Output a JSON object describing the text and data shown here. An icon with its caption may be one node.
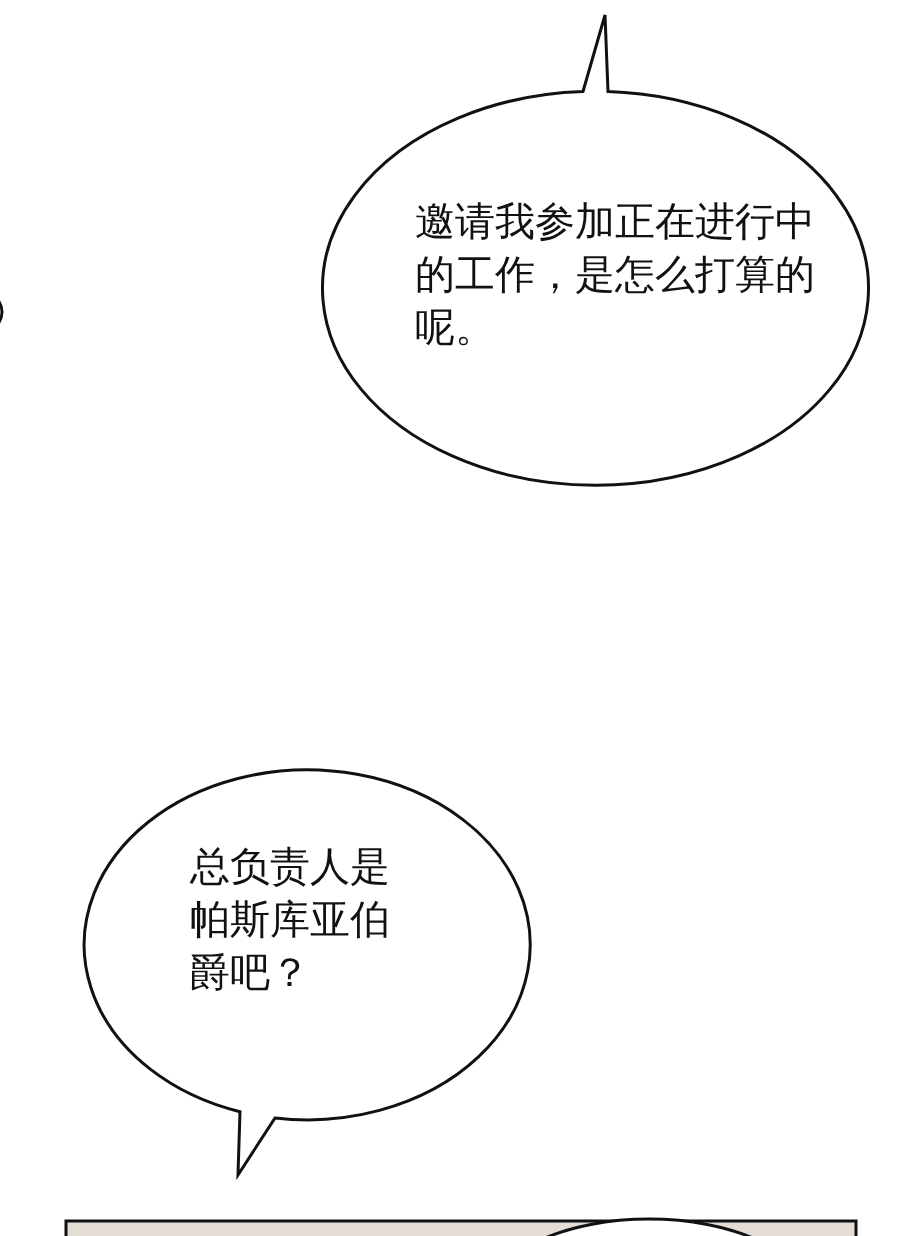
{
  "diagram": {
    "nodes": [
      {
        "text": [
          "邀请我参加正在进行中的工作，是怎么打算的呢。"
        ]
      },
      {
        "text": [
          "总负责人是帕斯库亚伯爵吧？"
        ]
      },
      {
        "text": [],
        "shape": "circle"
      }
    ]
  }
}
